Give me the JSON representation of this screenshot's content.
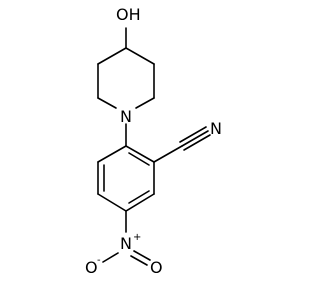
{
  "molecule": {
    "atoms": {
      "hydroxyl": "OH",
      "piperidine_nitrogen": "N",
      "nitrile_nitrogen": "N",
      "nitro_nitrogen": "N",
      "nitro_nitrogen_charge": "+",
      "nitro_oxygen_left": "O",
      "nitro_oxygen_left_charge": "-",
      "nitro_oxygen_right": "O"
    }
  }
}
